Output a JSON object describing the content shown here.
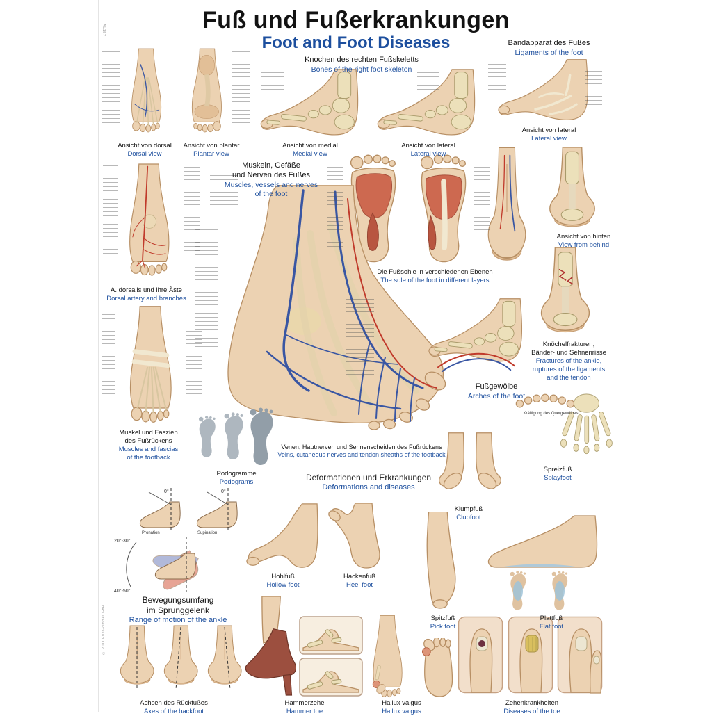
{
  "title": {
    "de": "Fuß und Fußerkrankungen",
    "en": "Foot and Foot Diseases"
  },
  "meta": {
    "item_code": "AL157",
    "copyright": "© 2011 Erler-Zimmer GbR"
  },
  "rom_labels": {
    "zero_left": "0°",
    "zero_right": "0°",
    "pronation": "Pronation",
    "supination": "Supination",
    "dorsiflexion": "20°-30°",
    "plantarflexion": "40°-50°"
  },
  "sections": {
    "dorsal_view": {
      "de": "Ansicht von dorsal",
      "en": "Dorsal view"
    },
    "plantar_view": {
      "de": "Ansicht von plantar",
      "en": "Plantar view"
    },
    "bones_header": {
      "de": "Knochen des rechten Fußskeletts",
      "en": "Bones of the right foot skeleton"
    },
    "medial_view": {
      "de": "Ansicht von medial",
      "en": "Medial view"
    },
    "lateral_view": {
      "de": "Ansicht von lateral",
      "en": "Lateral view"
    },
    "ligaments_header": {
      "de": "Bandapparat des Fußes",
      "en": "Ligaments of the foot"
    },
    "muscles_header": {
      "de": [
        "Muskeln, Gefäße",
        "und Nerven des Fußes"
      ],
      "en": [
        "Muscles, vessels and nerves",
        "of the foot"
      ]
    },
    "dorsal_artery": {
      "de": "A. dorsalis und ihre Äste",
      "en": "Dorsal artery and branches"
    },
    "sole_layers": {
      "de": "Die Fußsohle in verschiedenen Ebenen",
      "en": "The sole of the foot in different layers"
    },
    "view_behind": {
      "de": "Ansicht von hinten",
      "en": "View from behind"
    },
    "ankle_fractures": {
      "de": [
        "Knöchelfrakturen,",
        "Bänder- und Sehnenrisse"
      ],
      "en": [
        "Fractures of the ankle,",
        "ruptures of the ligaments",
        "and the tendon"
      ]
    },
    "arches": {
      "de": "Fußgewölbe",
      "en": "Arches of the foot"
    },
    "footback_muscles": {
      "de": [
        "Muskel und Faszien",
        "des Fußrückens"
      ],
      "en": [
        "Muscles and fascias",
        "of the footback"
      ]
    },
    "podograms": {
      "de": "Podogramme",
      "en": "Podograms"
    },
    "veins_header": {
      "de": "Venen, Hautnerven und Sehnenscheiden des Fußrückens",
      "en": "Veins, cutaneous nerves and tendon sheaths of the footback"
    },
    "deformations_header": {
      "de": "Deformationen und Erkrankungen",
      "en": "Deformations and diseases"
    },
    "clubfoot": {
      "de": "Klumpfuß",
      "en": "Clubfoot"
    },
    "splayfoot": {
      "de": "Spreizfuß",
      "en": "Splayfoot"
    },
    "splayfoot_note": {
      "de": "Kräftigung des Quergewölbes"
    },
    "range_of_motion": {
      "de": [
        "Bewegungsumfang",
        "im Sprunggelenk"
      ],
      "en": "Range of motion of the ankle"
    },
    "hollow_foot": {
      "de": "Hohlfuß",
      "en": "Hollow foot"
    },
    "heel_foot": {
      "de": "Hackenfuß",
      "en": "Heel foot"
    },
    "pick_foot": {
      "de": "Spitzfuß",
      "en": "Pick foot"
    },
    "flat_foot": {
      "de": "Plattfuß",
      "en": "Flat foot"
    },
    "backfoot_axes": {
      "de": "Achsen des Rückfußes",
      "en": "Axes of the backfoot"
    },
    "hammer_toe": {
      "de": "Hammerzehe",
      "en": "Hammer toe"
    },
    "hallux_valgus": {
      "de": "Hallux valgus",
      "en": "Hallux valgus"
    },
    "toe_diseases": {
      "de": "Zehenkrankheiten",
      "en": "Diseases of the toe"
    }
  },
  "colors": {
    "accent_blue": "#1d4f9e",
    "skin": "#ecd2b2",
    "bone": "#ece0ba",
    "vein": "#3956a3",
    "artery": "#c03a2b"
  }
}
